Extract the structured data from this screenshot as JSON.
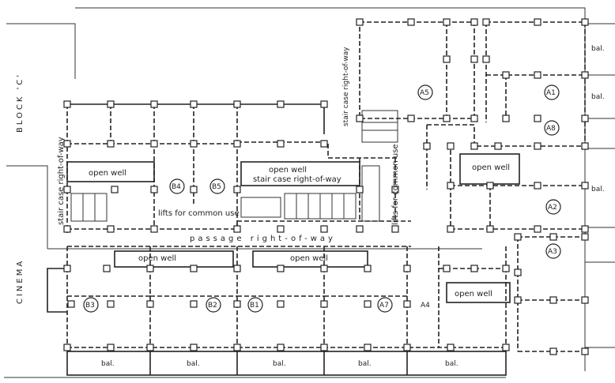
{
  "labels": {
    "block_c": "BLOCK 'C'",
    "cinema": "CINEMA",
    "stair_left": "stair case right-of-way",
    "stair_top": "stair case right-of-way",
    "stair_mid": "stair case right-of-way",
    "lifts_h": "lifts for common use",
    "lifts_v": "lifts for common use",
    "passage": "passage right-of-way",
    "open_well_1": "open well",
    "open_well_2": "open well",
    "open_well_3": "open well",
    "open_well_4": "open well",
    "open_well_5": "open well",
    "open_well_6": "open well"
  },
  "units": {
    "A1": "A1",
    "A2": "A2",
    "A3": "A3",
    "A4": "A4",
    "A5": "A5",
    "A7": "A7",
    "A8": "A8",
    "B1": "B1",
    "B2": "B2",
    "B3": "B3",
    "B4": "B4",
    "B5": "B5"
  },
  "balconies": [
    "bal.",
    "bal.",
    "bal.",
    "bal.",
    "bal.",
    "bal.",
    "bal.",
    "bal."
  ]
}
